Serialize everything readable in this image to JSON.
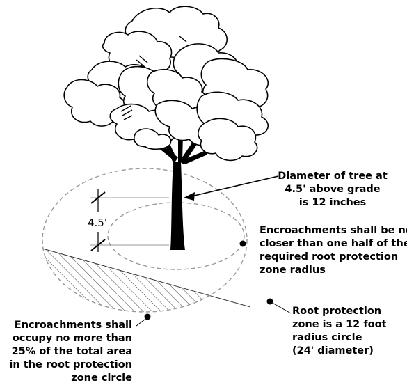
{
  "measure": {
    "height_label": "4.5'"
  },
  "callouts": {
    "dbh": [
      "Diameter of tree at",
      "4.5' above grade",
      "is 12 inches"
    ],
    "half_radius": [
      "Encroachments shall be no",
      "closer than one half of the",
      "required root protection",
      "zone radius"
    ],
    "root_zone": [
      "Root protection",
      "zone is a 12 foot",
      "radius circle",
      "(24' diameter)"
    ],
    "encroach_area": [
      "Encroachments shall",
      "occupy no more than",
      "25% of the total area",
      "in the root protection",
      "zone circle"
    ]
  },
  "colors": {
    "line": "#000000",
    "dashed": "#9a9a9a",
    "canopy_fill": "#ffffff",
    "hatch": "#555555"
  }
}
